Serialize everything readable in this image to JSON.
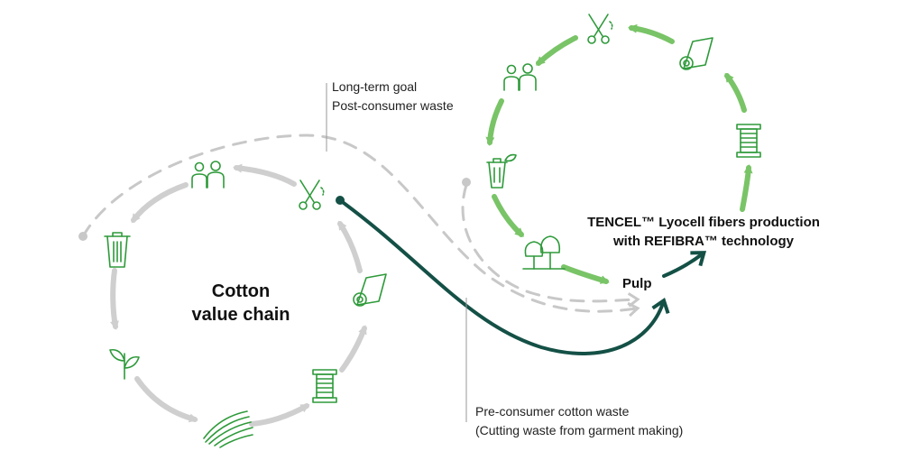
{
  "diagram": {
    "cotton_title_line1": "Cotton",
    "cotton_title_line2": "value chain",
    "tencel_line1": "TENCEL™ Lyocell fibers production",
    "tencel_line2": "with REFIBRA™ technology",
    "pulp_label": "Pulp",
    "long_term_line1": "Long-term goal",
    "long_term_line2": "Post-consumer waste",
    "pre_consumer_line1": "Pre-consumer cotton waste",
    "pre_consumer_line2": "(Cutting waste from garment making)"
  },
  "colors": {
    "grey_loop": "#cfcfcf",
    "green_loop": "#79c467",
    "dark_green": "#145046",
    "icon_green": "#2e9a3a",
    "dashed": "#c8c8c8"
  },
  "icons": {
    "left_loop": [
      "people-icon",
      "scissors-icon",
      "fabric-roll-icon",
      "thread-spool-icon",
      "fibers-icon",
      "plant-icon",
      "trash-bin-icon"
    ],
    "right_loop": [
      "scissors-icon",
      "fabric-roll-icon",
      "thread-spool-icon",
      "people-icon",
      "trash-leaf-icon",
      "trees-icon"
    ]
  }
}
